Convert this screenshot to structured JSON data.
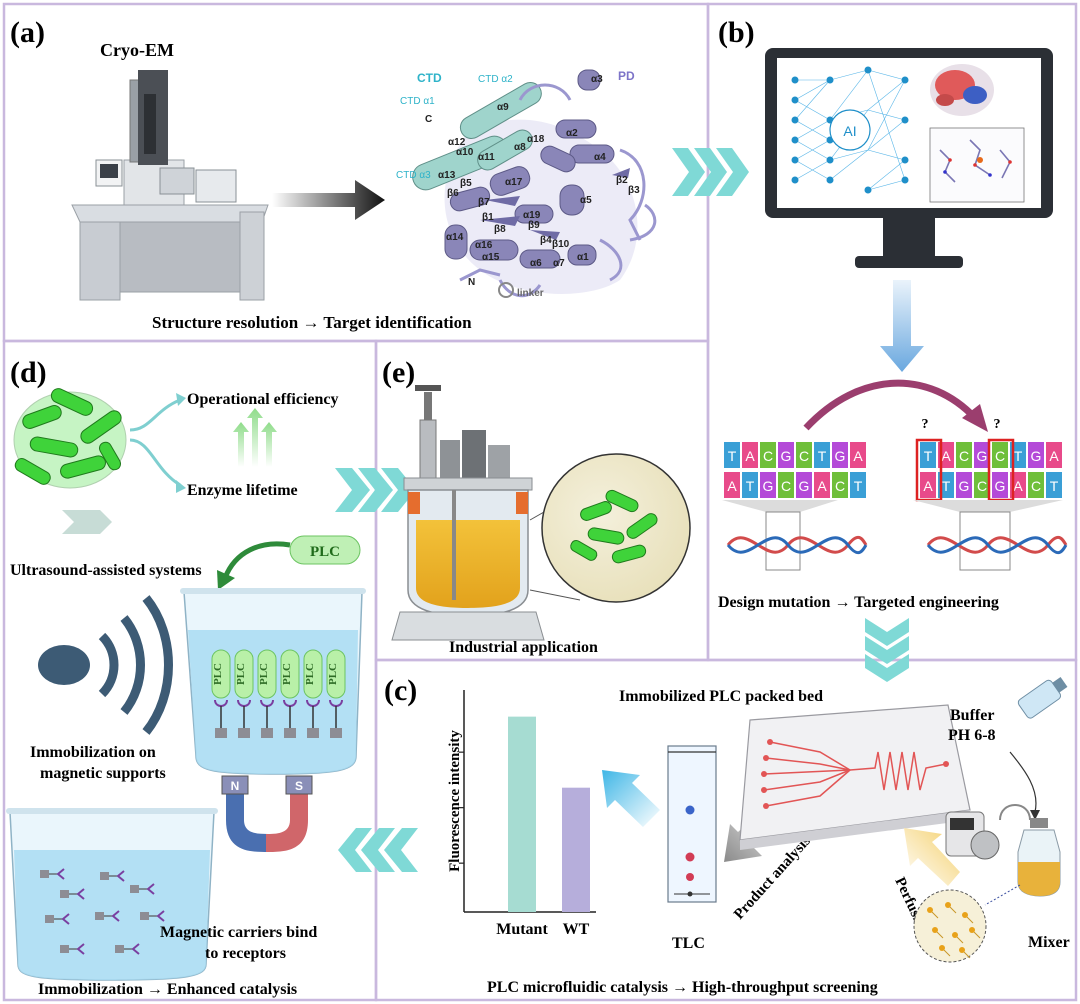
{
  "panels": {
    "a": {
      "letter": "(a)",
      "instrument": "Cryo-EM",
      "caption": "Structure resolution → Target identification",
      "labels": {
        "ctd": "CTD",
        "ctd_a2": "CTD α2",
        "ctd_a1": "CTD α1",
        "ctd_a3": "CTD α3",
        "pd": "PD",
        "c": "C",
        "n": "N",
        "linker": "linker",
        "a3": "α3",
        "a9": "α9",
        "a12": "α12",
        "a10": "α10",
        "a11": "α11",
        "a18": "α18",
        "a8": "α8",
        "a2": "α2",
        "a4": "α4",
        "a13": "α13",
        "b5": "β5",
        "b6": "β6",
        "b7": "β7",
        "a17": "α17",
        "a5": "α5",
        "b2": "β2",
        "b3": "β3",
        "b1": "β1",
        "b8": "β8",
        "a19": "α19",
        "b9": "β9",
        "a14": "α14",
        "a16": "α16",
        "b4": "β4",
        "b10": "β10",
        "a1": "α1",
        "a15": "α15",
        "a6": "α6",
        "a7": "α7"
      }
    },
    "b": {
      "letter": "(b)",
      "ai_label": "AI",
      "caption": "Design mutation → Targeted engineering",
      "question_mark": "?",
      "dna_top_left": [
        "T",
        "A",
        "C",
        "G",
        "C",
        "T",
        "G",
        "A"
      ],
      "dna_bottom_left": [
        "A",
        "T",
        "G",
        "C",
        "G",
        "A",
        "C",
        "T"
      ],
      "dna_top_right": [
        "T",
        "A",
        "C",
        "G",
        "C",
        "T",
        "G",
        "A"
      ],
      "dna_bottom_right": [
        "A",
        "T",
        "G",
        "C",
        "G",
        "A",
        "C",
        "T"
      ]
    },
    "c": {
      "letter": "(c)",
      "packed_bed": "Immobilized PLC packed bed",
      "buffer_line1": "Buffer",
      "buffer_line2": "PH 6-8",
      "perfusion": "Perfusion",
      "product_analysis": "Product analysis",
      "tlc": "TLC",
      "mixer": "Mixer",
      "caption": "PLC microfluidic catalysis → High-throughput screening"
    },
    "d": {
      "letter": "(d)",
      "operational": "Operational efficiency",
      "lifetime": "Enzyme lifetime",
      "ultrasound": "Ultrasound-assisted systems",
      "plc_tag": "PLC",
      "plc_unit": "PLC",
      "immob_line1": "Immobilization on",
      "immob_line2": "magnetic supports",
      "magnet_n": "N",
      "magnet_s": "S",
      "carriers_line1": "Magnetic carriers bind",
      "carriers_line2": "to receptors",
      "caption": "Immobilization → Enhanced catalysis"
    },
    "e": {
      "letter": "(e)",
      "caption": "Industrial application"
    }
  },
  "chart_data": {
    "type": "bar",
    "categories": [
      "Mutant",
      "WT"
    ],
    "values": [
      0.88,
      0.56
    ],
    "ylabel": "Fluorescence intensity",
    "ylim": [
      0,
      1
    ],
    "colors": [
      "#a6dcd2",
      "#b6aedb"
    ]
  },
  "colors": {
    "border": "#c9b8de",
    "chevron": "#7fd9d6",
    "helix_teal": "#9fd4cc",
    "helix_purple": "#8a86b8",
    "enzyme_green": "#3fd33a",
    "beaker_blue": "#a9dcf2",
    "magnet_blue": "#4a6fb0",
    "magnet_red": "#d0666a",
    "speaker": "#3d5b75"
  }
}
